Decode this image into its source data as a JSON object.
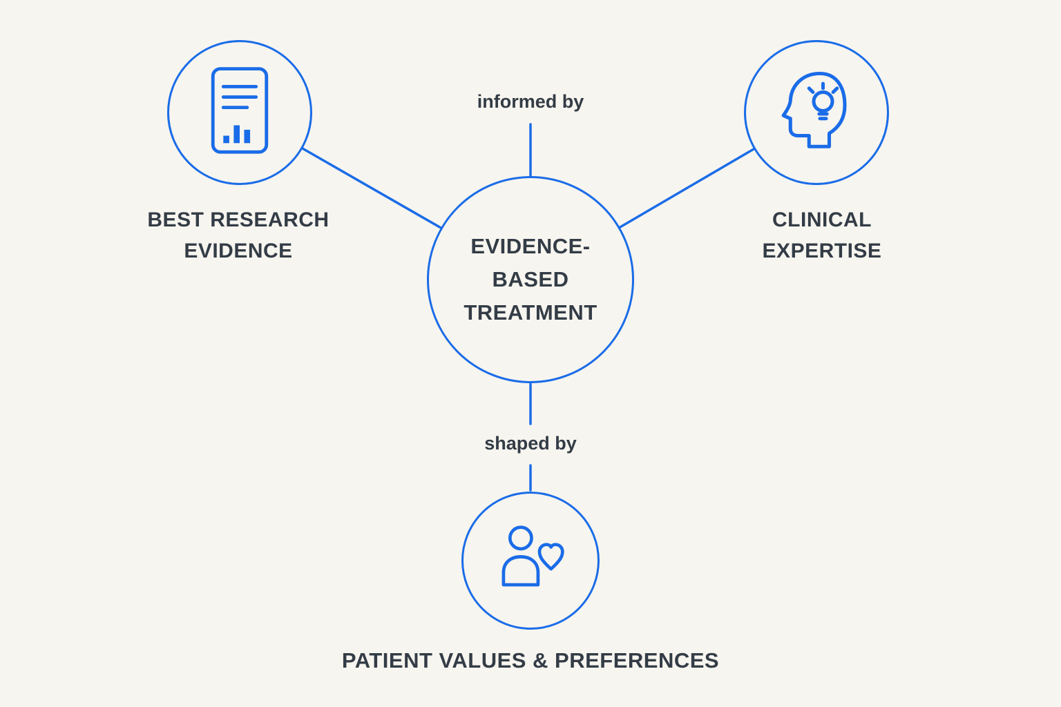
{
  "diagram": {
    "background_color": "#f7f5ef",
    "accent_color": "#1a6ce8",
    "text_color": "#333c46",
    "center": {
      "label_lines": [
        "EVIDENCE-",
        "BASED",
        "TREATMENT"
      ]
    },
    "nodes": [
      {
        "id": "best-research-evidence",
        "icon": "document-chart-icon",
        "label_lines": [
          "BEST RESEARCH",
          "EVIDENCE"
        ]
      },
      {
        "id": "clinical-expertise",
        "icon": "head-lightbulb-icon",
        "label_lines": [
          "CLINICAL",
          "EXPERTISE"
        ]
      },
      {
        "id": "patient-values-preferences",
        "icon": "person-heart-icon",
        "label_lines": [
          "PATIENT VALUES & PREFERENCES"
        ]
      }
    ],
    "connector_labels": {
      "top": "informed by",
      "bottom": "shaped by"
    }
  }
}
